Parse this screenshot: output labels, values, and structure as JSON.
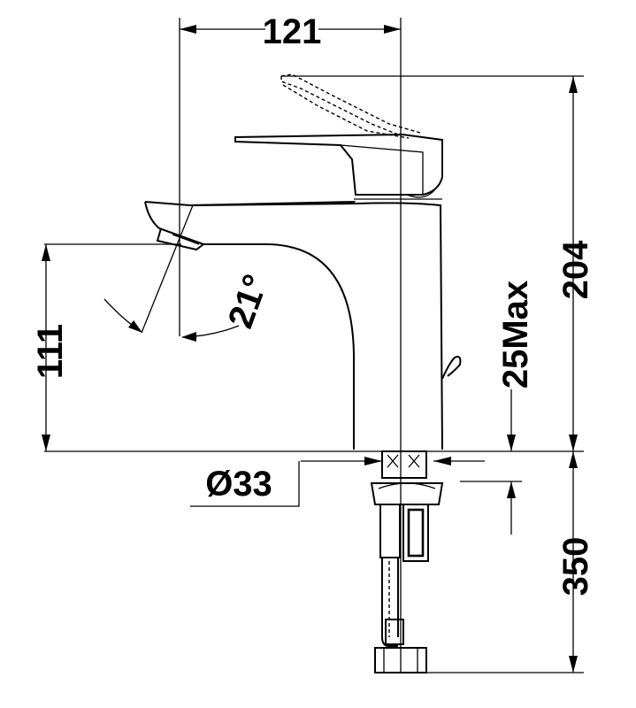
{
  "dimensions": {
    "overall_width": "121",
    "overall_height": "204",
    "spout_height": "111",
    "max_deck_thickness": "25Max",
    "supply_hose_length": "350",
    "mounting_hole_diameter": "Ø33",
    "spout_angle": "21°"
  },
  "colors": {
    "line": "#000000",
    "background": "#ffffff"
  }
}
